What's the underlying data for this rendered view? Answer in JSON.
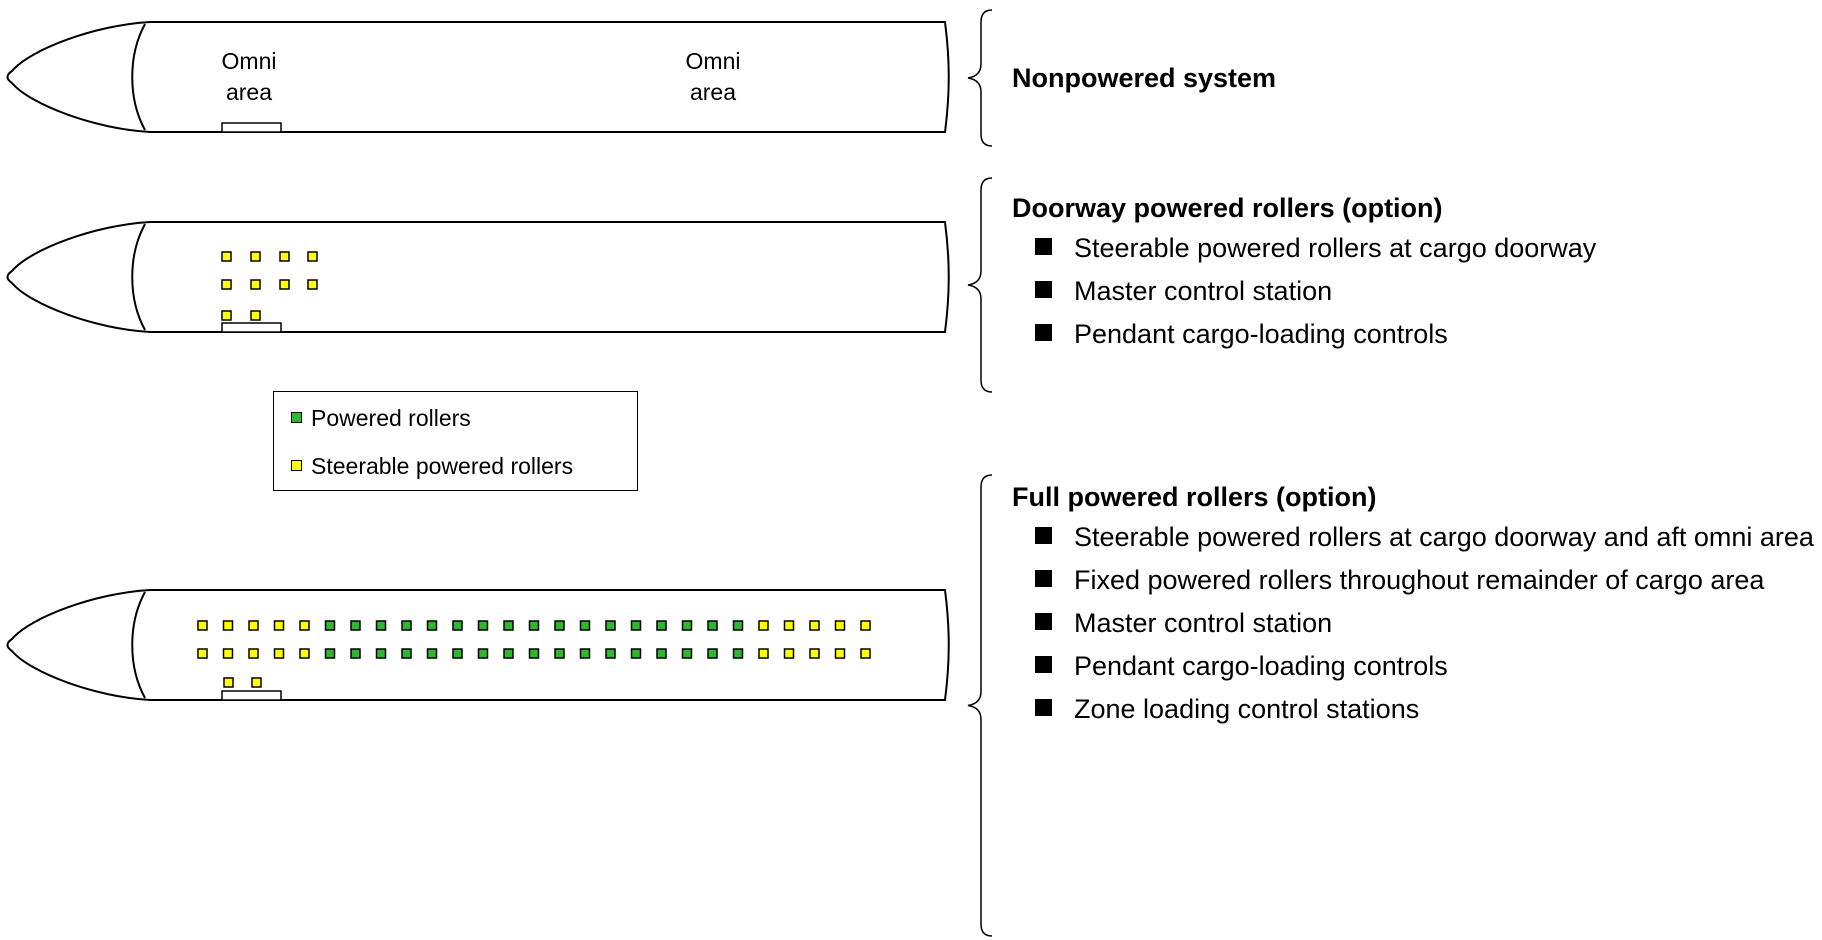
{
  "colors": {
    "powered": "#2db82d",
    "steerable": "#ffff00",
    "outline": "#000000"
  },
  "fuselage_top": {
    "omni_labels": [
      {
        "line1": "Omni",
        "line2": "area"
      },
      {
        "line1": "Omni",
        "line2": "area"
      }
    ]
  },
  "fuselage_bottom": {
    "roller_row_pattern": [
      "S",
      "S",
      "S",
      "S",
      "S",
      "P",
      "P",
      "P",
      "P",
      "P",
      "P",
      "P",
      "P",
      "P",
      "P",
      "P",
      "P",
      "P",
      "P",
      "P",
      "P",
      "P",
      "S",
      "S",
      "S",
      "S",
      "S"
    ]
  },
  "legend": {
    "items": [
      {
        "label": "Powered rollers",
        "kind": "powered"
      },
      {
        "label": "Steerable powered rollers",
        "kind": "steerable"
      }
    ]
  },
  "sections": [
    {
      "title": "Nonpowered system",
      "bullets": []
    },
    {
      "title": "Doorway powered rollers (option)",
      "bullets": [
        "Steerable powered rollers at cargo doorway",
        "Master control station",
        "Pendant cargo-loading controls"
      ]
    },
    {
      "title": "Full powered rollers (option)",
      "bullets": [
        "Steerable powered rollers at cargo doorway and aft omni area",
        "Fixed powered rollers throughout remainder of cargo area",
        "Master control station",
        "Pendant cargo-loading controls",
        "Zone loading control stations"
      ]
    }
  ]
}
